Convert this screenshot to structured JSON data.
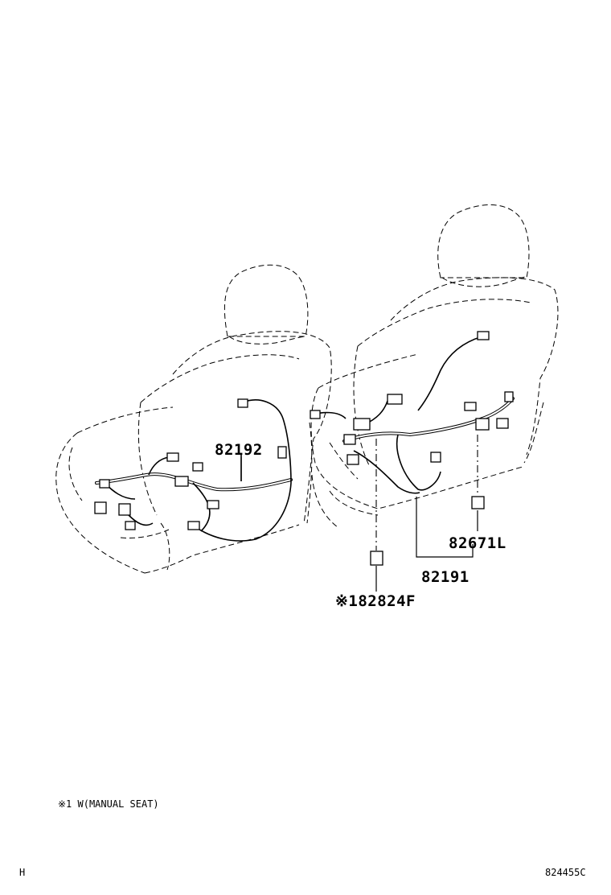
{
  "callouts": {
    "harness_left": "82192",
    "harness_right": "82191",
    "connector_right": "82671L",
    "connector_note": "※182824F"
  },
  "footnote": "※1 W(MANUAL SEAT)",
  "corner_left": "H",
  "illustration_number": "824455C"
}
